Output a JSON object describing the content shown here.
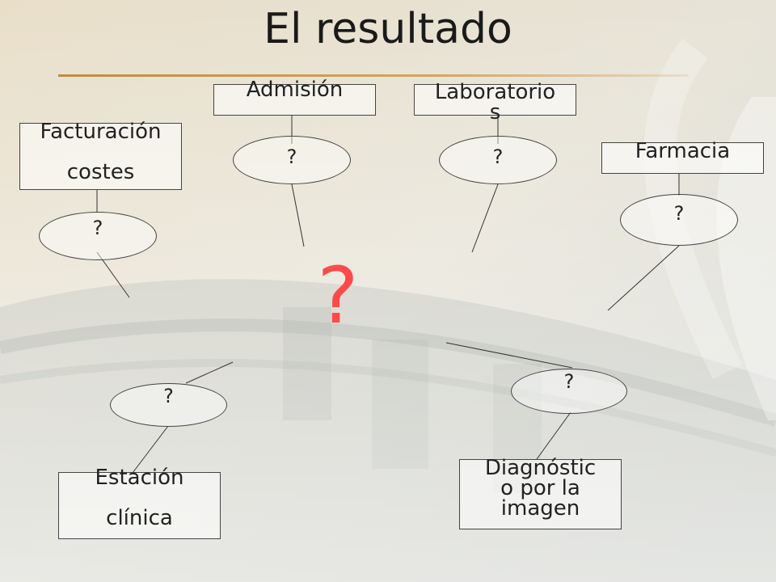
{
  "title": "El resultado",
  "center_question": "?",
  "nodes": {
    "admision": {
      "label": "Admisión",
      "oval": "?"
    },
    "laboratorios": {
      "label_line1": "Laboratorio",
      "label_line2": "s",
      "oval": "?"
    },
    "facturacion": {
      "label_line1": "Facturación",
      "label_line2": "costes",
      "oval": "?"
    },
    "farmacia": {
      "label": "Farmacia",
      "oval": "?"
    },
    "estacion": {
      "label_line1": "Estación",
      "label_line2": "clínica",
      "oval": "?"
    },
    "diagnostico": {
      "label_line1": "Diagnóstic",
      "label_line2": "o por la",
      "label_line3": "imagen",
      "oval": "?"
    }
  },
  "colors": {
    "accent_question": "#ff4a4a",
    "title_rule": "#c58a3a"
  }
}
